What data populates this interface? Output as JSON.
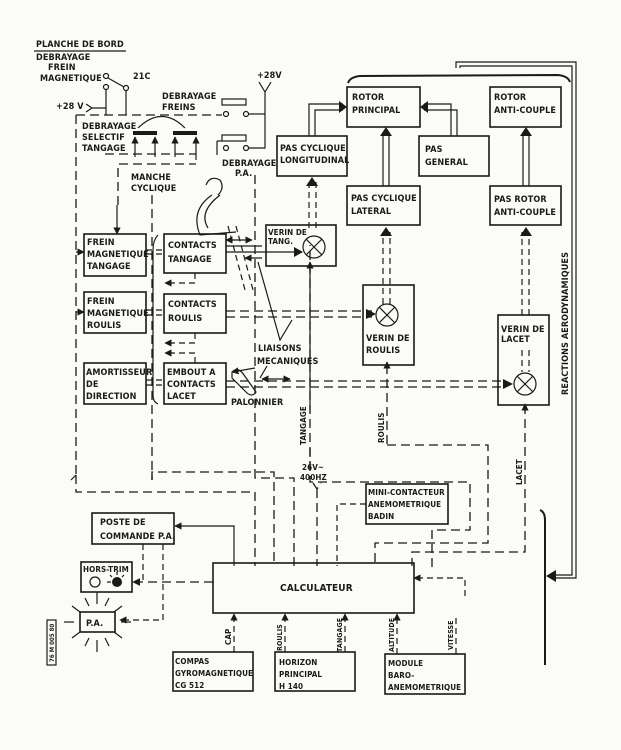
{
  "diagram": {
    "title": "PLANCHE DE BORD",
    "reference": "76 M 005 80",
    "labels": {
      "debrayage_frein_magnetique": [
        "DEBRAYAGE",
        "FREIN",
        "MAGNETIQUE"
      ],
      "switch_21c": "21C",
      "plus28v_left": "+28 V",
      "plus28v_right": "+28V",
      "debrayage_freins": [
        "DEBRAYAGE",
        "FREINS"
      ],
      "debrayage_selectif": [
        "DEBRAYAGE",
        "SELECTIF",
        "TANGAGE"
      ],
      "debrayage_pa": [
        "DEBRAYAGE",
        "P.A."
      ],
      "manche_cyclique": [
        "MANCHE",
        "CYCLIQUE"
      ],
      "liaisons_mecaniques": [
        "LIAISONS",
        "MECANIQUES"
      ],
      "palonnier": "PALONNIER",
      "power_26v": [
        "26V~",
        "400HZ"
      ],
      "reactions_aerodynamiques": "REACTIONS AERODYNAMIQUES",
      "signal_tangage": "TANGAGE",
      "signal_roulis": "ROULIS",
      "signal_lacet": "LACET",
      "signal_cap": "CAP",
      "signal_roulis_bottom": "ROULIS",
      "signal_tangage_bottom": "TANGAGE",
      "signal_altitude": "ALTITUDE",
      "signal_vitesse": "VITESSE"
    },
    "blocks": {
      "rotor_principal": [
        "ROTOR",
        "PRINCIPAL"
      ],
      "rotor_anti_couple": [
        "ROTOR",
        "ANTI-COUPLE"
      ],
      "pas_cyclique_longitudinal": [
        "PAS CYCLIQUE",
        "LONGITUDINAL"
      ],
      "pas_general": [
        "PAS",
        "GENERAL"
      ],
      "pas_cyclique_lateral": [
        "PAS CYCLIQUE",
        "LATERAL"
      ],
      "pas_rotor_anti_couple": [
        "PAS ROTOR",
        "ANTI-COUPLE"
      ],
      "verin_tangage": [
        "VERIN DE",
        "TANG."
      ],
      "verin_roulis": [
        "VERIN DE",
        "ROULIS"
      ],
      "verin_lacet": [
        "VERIN DE",
        "LACET"
      ],
      "frein_magnetique_tangage": [
        "FREIN",
        "MAGNETIQUE",
        "TANGAGE"
      ],
      "frein_magnetique_roulis": [
        "FREIN",
        "MAGNETIQUE",
        "ROULIS"
      ],
      "amortisseur_direction": [
        "AMORTISSEUR",
        "DE",
        "DIRECTION"
      ],
      "contacts_tangage": [
        "CONTACTS",
        "TANGAGE"
      ],
      "contacts_roulis": [
        "CONTACTS",
        "ROULIS"
      ],
      "embout_contacts_lacet": [
        "EMBOUT A",
        "CONTACTS",
        "LACET"
      ],
      "mini_contacteur": [
        "MINI-CONTACTEUR",
        "ANEMOMETRIQUE",
        "BADIN"
      ],
      "poste_commande": [
        "POSTE DE",
        "COMMANDE P.A."
      ],
      "hors_trim": "HORS-TRIM",
      "pa_lamp": "P.A.",
      "calculateur": "CALCULATEUR",
      "compas": [
        "COMPAS",
        "GYROMAGNETIQUE",
        "CG 512"
      ],
      "horizon": [
        "HORIZON",
        "PRINCIPAL",
        "H 140"
      ],
      "module_baro": [
        "MODULE",
        "BARO-",
        "ANEMOMETRIQUE"
      ]
    }
  }
}
